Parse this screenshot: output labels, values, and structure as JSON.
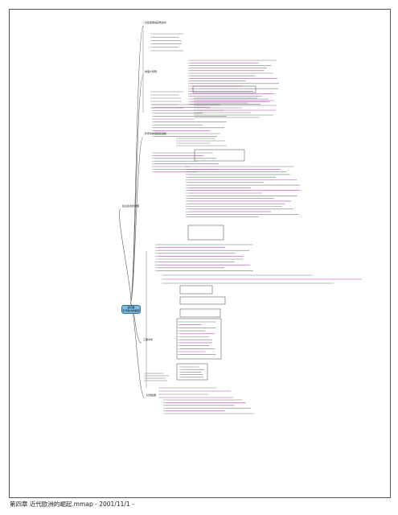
{
  "document": {
    "root": {
      "title": "第四章",
      "subtitle": "近代歐洲的崛起"
    },
    "footer": "第四章 近代歐洲的崛起.mmap - 2001/11/1 -",
    "branches": [
      {
        "label": "文藝復興與宗教改革"
      },
      {
        "label": "地理大發現"
      },
      {
        "label": "科學革命與啟蒙運動"
      },
      {
        "label": "民主政治的發展"
      },
      {
        "label": "工業革命"
      },
      {
        "label": "社會變遷"
      }
    ],
    "colors": {
      "root_fill": "#7fbfe6",
      "root_border": "#2a6fa3",
      "line": "#555555",
      "highlight": "#c040c0"
    }
  }
}
